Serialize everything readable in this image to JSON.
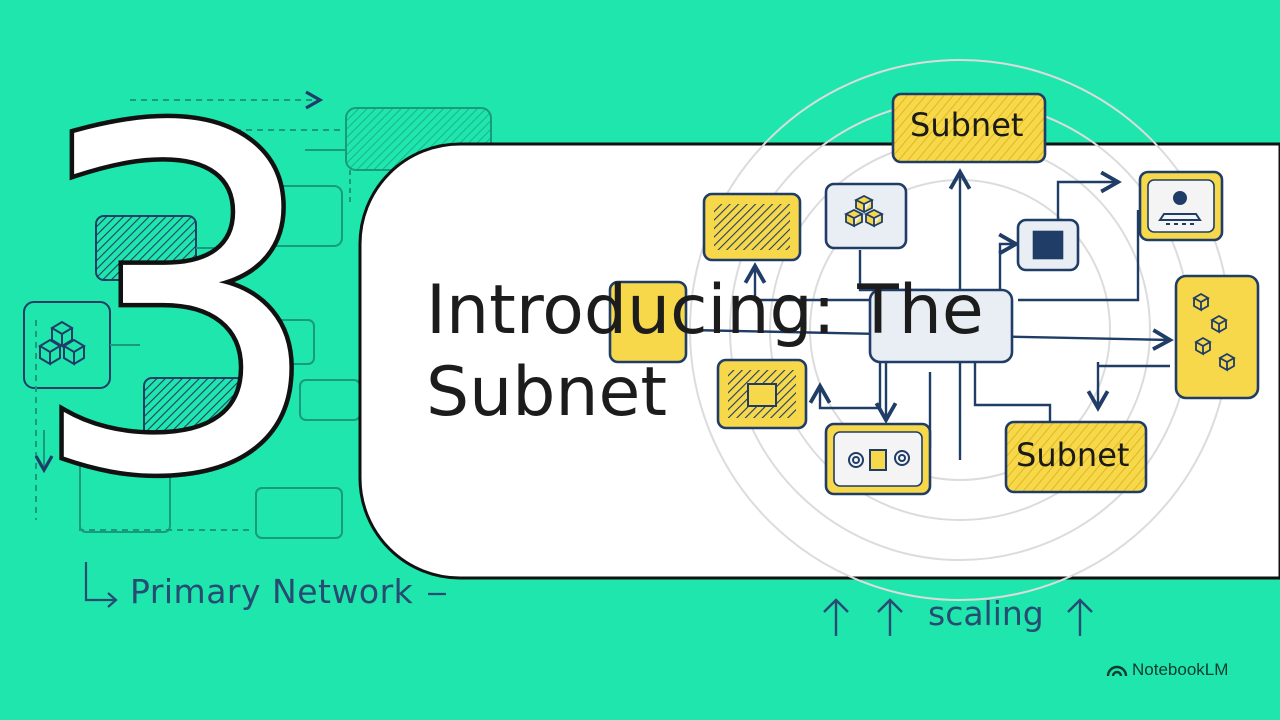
{
  "slide": {
    "number": "3",
    "title_line1": "Introducing: The",
    "title_line2": "Subnet",
    "caption_left": "Primary Network",
    "caption_right": "scaling",
    "subnet_label_top": "Subnet",
    "subnet_label_bottom": "Subnet",
    "brand": "NotebookLM"
  },
  "colors": {
    "background": "#1ee6ad",
    "panel": "#ffffff",
    "ink": "#1f3d66",
    "highlight": "#f4d03f",
    "text": "#1c1c1c"
  },
  "icons": [
    "cubes-icon",
    "chip-icon",
    "conveyor-icon",
    "gears-icon",
    "brand-logo-icon"
  ]
}
